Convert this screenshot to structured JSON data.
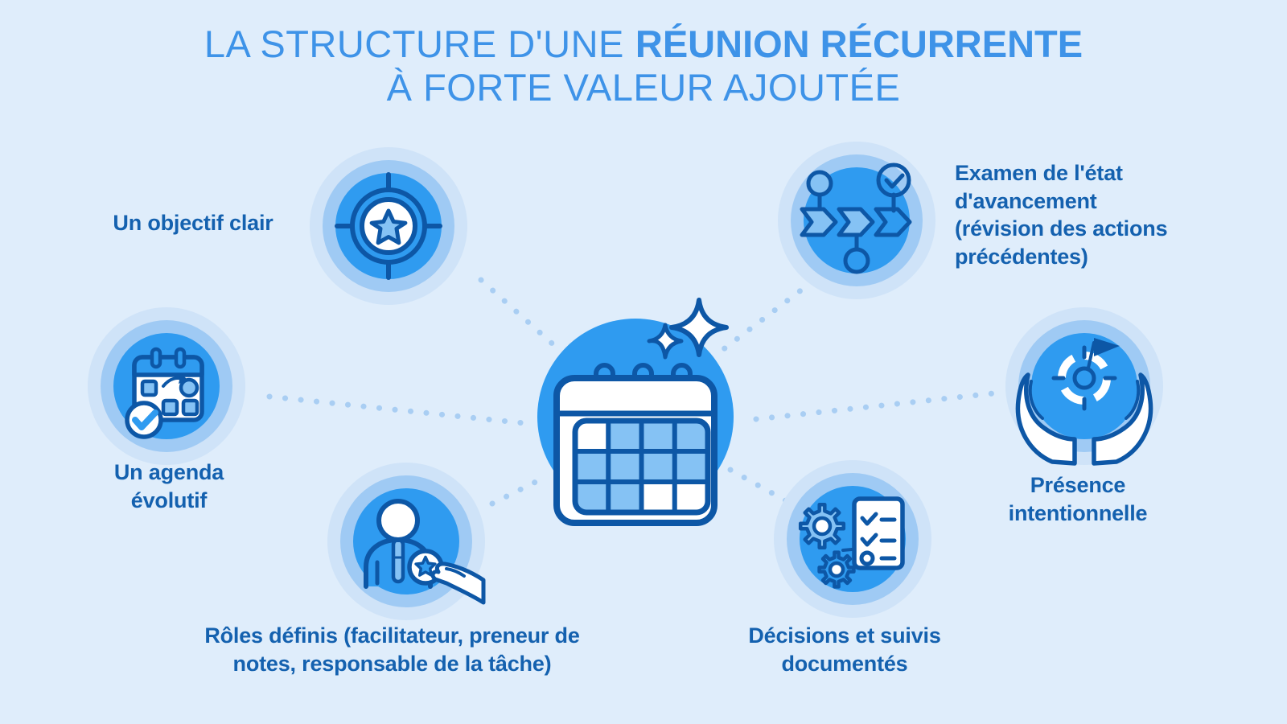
{
  "title": {
    "line1_regular": "LA STRUCTURE D'UNE",
    "line1_bold": "RÉUNION RÉCURRENTE",
    "line2": "À FORTE VALEUR AJOUTÉE"
  },
  "center": {
    "icon": "sparkle-calendar-icon",
    "meaning": "réunion récurrente"
  },
  "nodes": [
    {
      "id": "objective",
      "icon": "target-star-icon",
      "label": "Un objectif clair"
    },
    {
      "id": "agenda",
      "icon": "evolving-calendar-icon",
      "label": "Un agenda\névolutif"
    },
    {
      "id": "roles",
      "icon": "person-star-badge-icon",
      "label": "Rôles définis (facilitateur, preneur de\nnotes, responsable de la tâche)"
    },
    {
      "id": "progress",
      "icon": "process-flow-check-icon",
      "label": "Examen de l'état\nd'avancement\n(révision des actions\nprécédentes)"
    },
    {
      "id": "presence",
      "icon": "hands-goal-icon",
      "label": "Présence\nintentionnelle"
    },
    {
      "id": "decisions",
      "icon": "gears-checklist-icon",
      "label": "Décisions et suivis\ndocumentés"
    }
  ],
  "colors": {
    "background": "#DFEDFB",
    "title_blue": "#3E93E8",
    "label_blue": "#1461AF",
    "icon_outline": "#0D57A6",
    "icon_main": "#2F9BF0",
    "icon_light": "#85C2F4",
    "glow_mid": "#9FCAF4",
    "glow_outer": "#CFE3F8",
    "connector_dot": "#A9CEF3",
    "white": "#FFFFFF"
  }
}
